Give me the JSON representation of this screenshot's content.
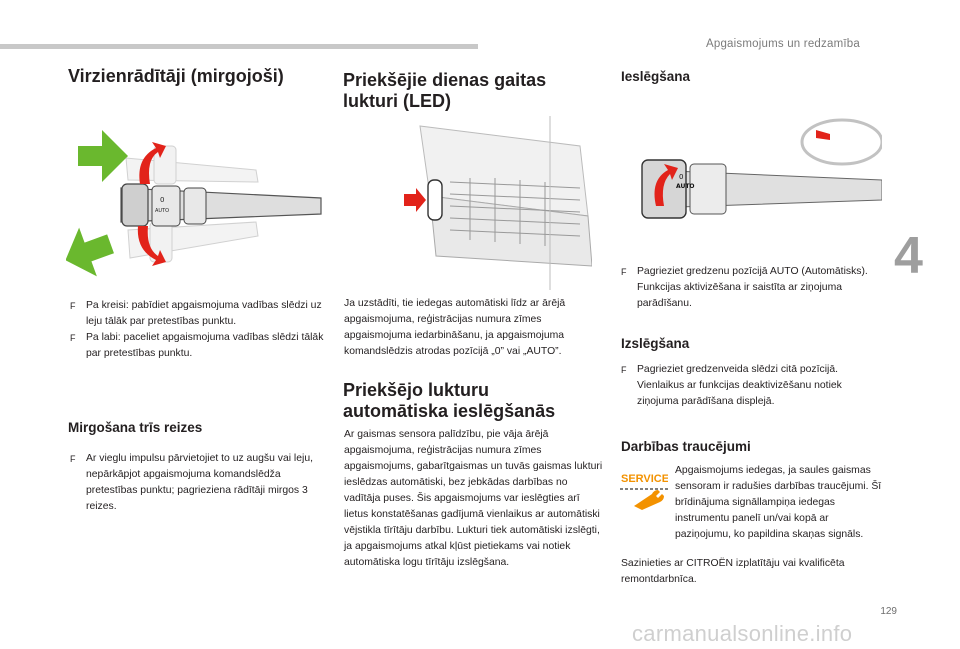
{
  "page": {
    "header": "Apgaismojums un redzamība",
    "chapter_number": "4",
    "page_number": "129",
    "watermark": "carmanualsonline.info"
  },
  "left": {
    "title": "Virzienrādītāji (mirgojoši)",
    "bullets": [
      "Pa kreisi: pabīdiet apgaismojuma vadības slēdzi uz leju tālāk par pretestības punktu.",
      "Pa labi: paceliet apgaismojuma vadības slēdzi tālāk par pretestības punktu."
    ],
    "subtitle": "Mirgošana trīs reizes",
    "bullets2": [
      "Ar vieglu impulsu pārvietojiet to uz augšu vai leju, nepārkāpjot apgaismojuma komandslēdža pretestības punktu; pagrieziena rādītāji mirgos 3 reizes."
    ]
  },
  "middle": {
    "title": "Priekšējie dienas gaitas lukturi (LED)",
    "para1": "Ja uzstādīti, tie iedegas automātiski līdz ar ārējā apgaismojuma, reģistrācijas numura zīmes apgaismojuma iedarbināšanu, ja apgaismojuma komandslēdzis atrodas pozīcijā „0” vai „AUTO”.",
    "title2": "Priekšējo lukturu automātiska ieslēgšanās",
    "para2": "Ar gaismas sensora palīdzību, pie vāja ārējā apgaismojuma, reģistrācijas numura zīmes apgaismojums, gabarītgaismas un tuvās gaismas lukturi ieslēdzas automātiski, bez jebkādas darbības no vadītāja puses. Šis apgaismojums var ieslēgties arī lietus konstatēšanas gadījumā vienlaikus ar automātiski vējstikla tīrītāju darbību. Lukturi tiek automātiski izslēgti, ja apgaismojums atkal kļūst pietiekams vai notiek automātiska logu tīrītāju izslēgšana."
  },
  "right": {
    "title": "Ieslēgšana",
    "bullets": [
      "Pagrieziet gredzenu pozīcijā AUTO (Automātisks). Funkcijas aktivizēšana ir saistīta ar ziņojuma parādīšanu."
    ],
    "title2": "Izslēgšana",
    "bullets2": [
      "Pagrieziet gredzenveida slēdzi citā pozīcijā. Vienlaikus ar funkcijas deaktivizēšanu notiek ziņojuma parādīšana displejā."
    ],
    "title3": "Darbības traucējumi",
    "service_label": "SERVICE",
    "para_icon": "Apgaismojums iedegas, ja saules gaismas sensoram ir radušies darbības traucējumi. Šī brīdinājuma signāllampiņa iedegas instrumentu panelī un/vai kopā ar paziņojumu, ko papildina skaņas signāls.",
    "para_after": "Sazinieties ar CITROËN izplatītāju vai kvalificēta remontdarbnīca."
  },
  "figures": {
    "stalk_labels": [
      "0",
      "AUTO"
    ],
    "bullet_glyph": "F"
  },
  "colors": {
    "green": "#6ab82e",
    "red": "#e2231a",
    "service_orange": "#f39200",
    "rule": "#c8c8c8"
  }
}
